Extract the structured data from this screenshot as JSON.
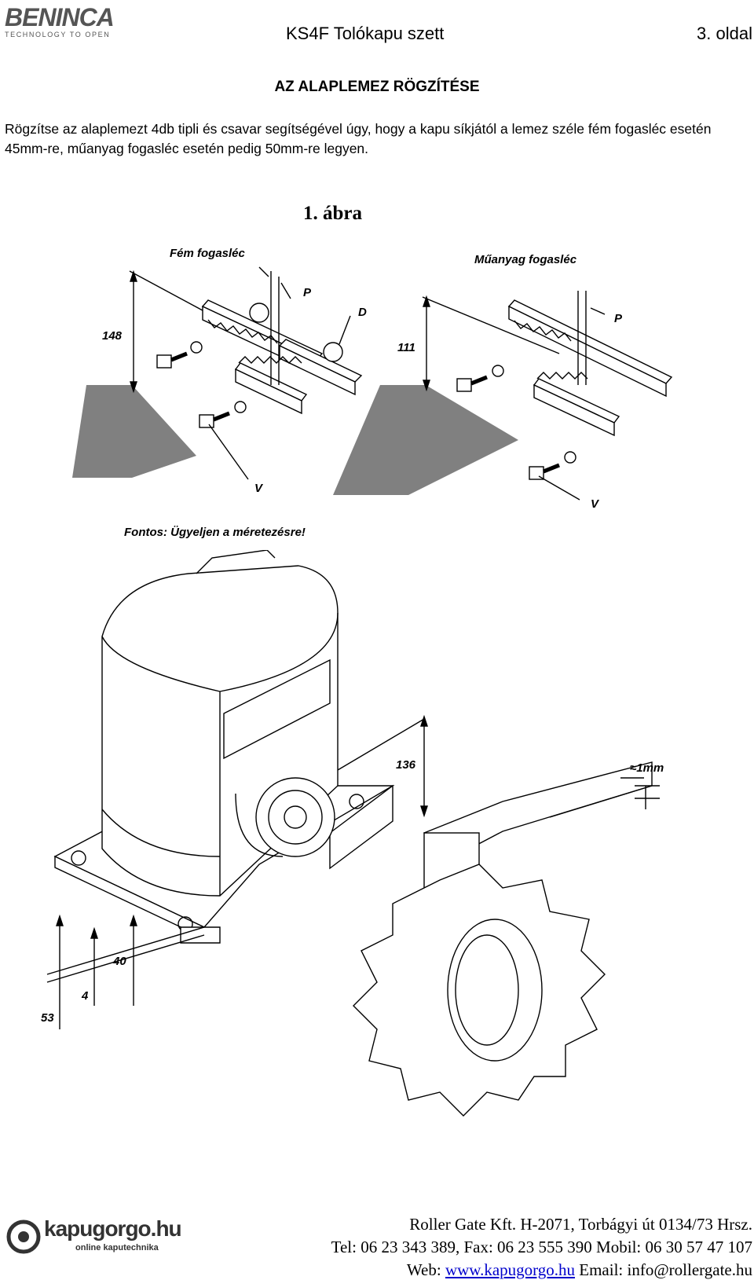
{
  "header": {
    "logo_brand": "BENINCA",
    "logo_tagline": "TECHNOLOGY TO OPEN",
    "title": "KS4F Tolókapu szett",
    "page": "3. oldal"
  },
  "section_title": "AZ ALAPLEMEZ RÖGZÍTÉSE",
  "intro": "Rögzítse az alaplemezt 4db tipli és csavar segítségével úgy, hogy a kapu síkjától a lemez széle fém fogasléc esetén 45mm-re, műanyag fogasléc esetén pedig 50mm-re legyen.",
  "figure": {
    "title": "1. ábra",
    "left_label": "Fém fogasléc",
    "right_label": "Műanyag fogasléc",
    "left_dim": "148",
    "right_dim": "111",
    "p_label": "P",
    "d_label": "D",
    "v_label": "V",
    "note": "Fontos: Ügyeljen a méretezésre!",
    "dim_136": "136",
    "dim_1mm": "≈1mm",
    "dim_40": "40",
    "dim_4": "4",
    "dim_53": "53"
  },
  "footer": {
    "logo_text": "kapugorgo.hu",
    "logo_sub": "online kaputechnika",
    "line1": "Roller Gate Kft. H-2071, Torbágyi út 0134/73 Hrsz.",
    "line2": "Tel: 06 23 343 389, Fax: 06 23 555 390 Mobil: 06 30 57 47 107",
    "web_label": "Web:",
    "web_link": "www.kapugorgo.hu",
    "email": "Email: info@rollergate.hu"
  }
}
